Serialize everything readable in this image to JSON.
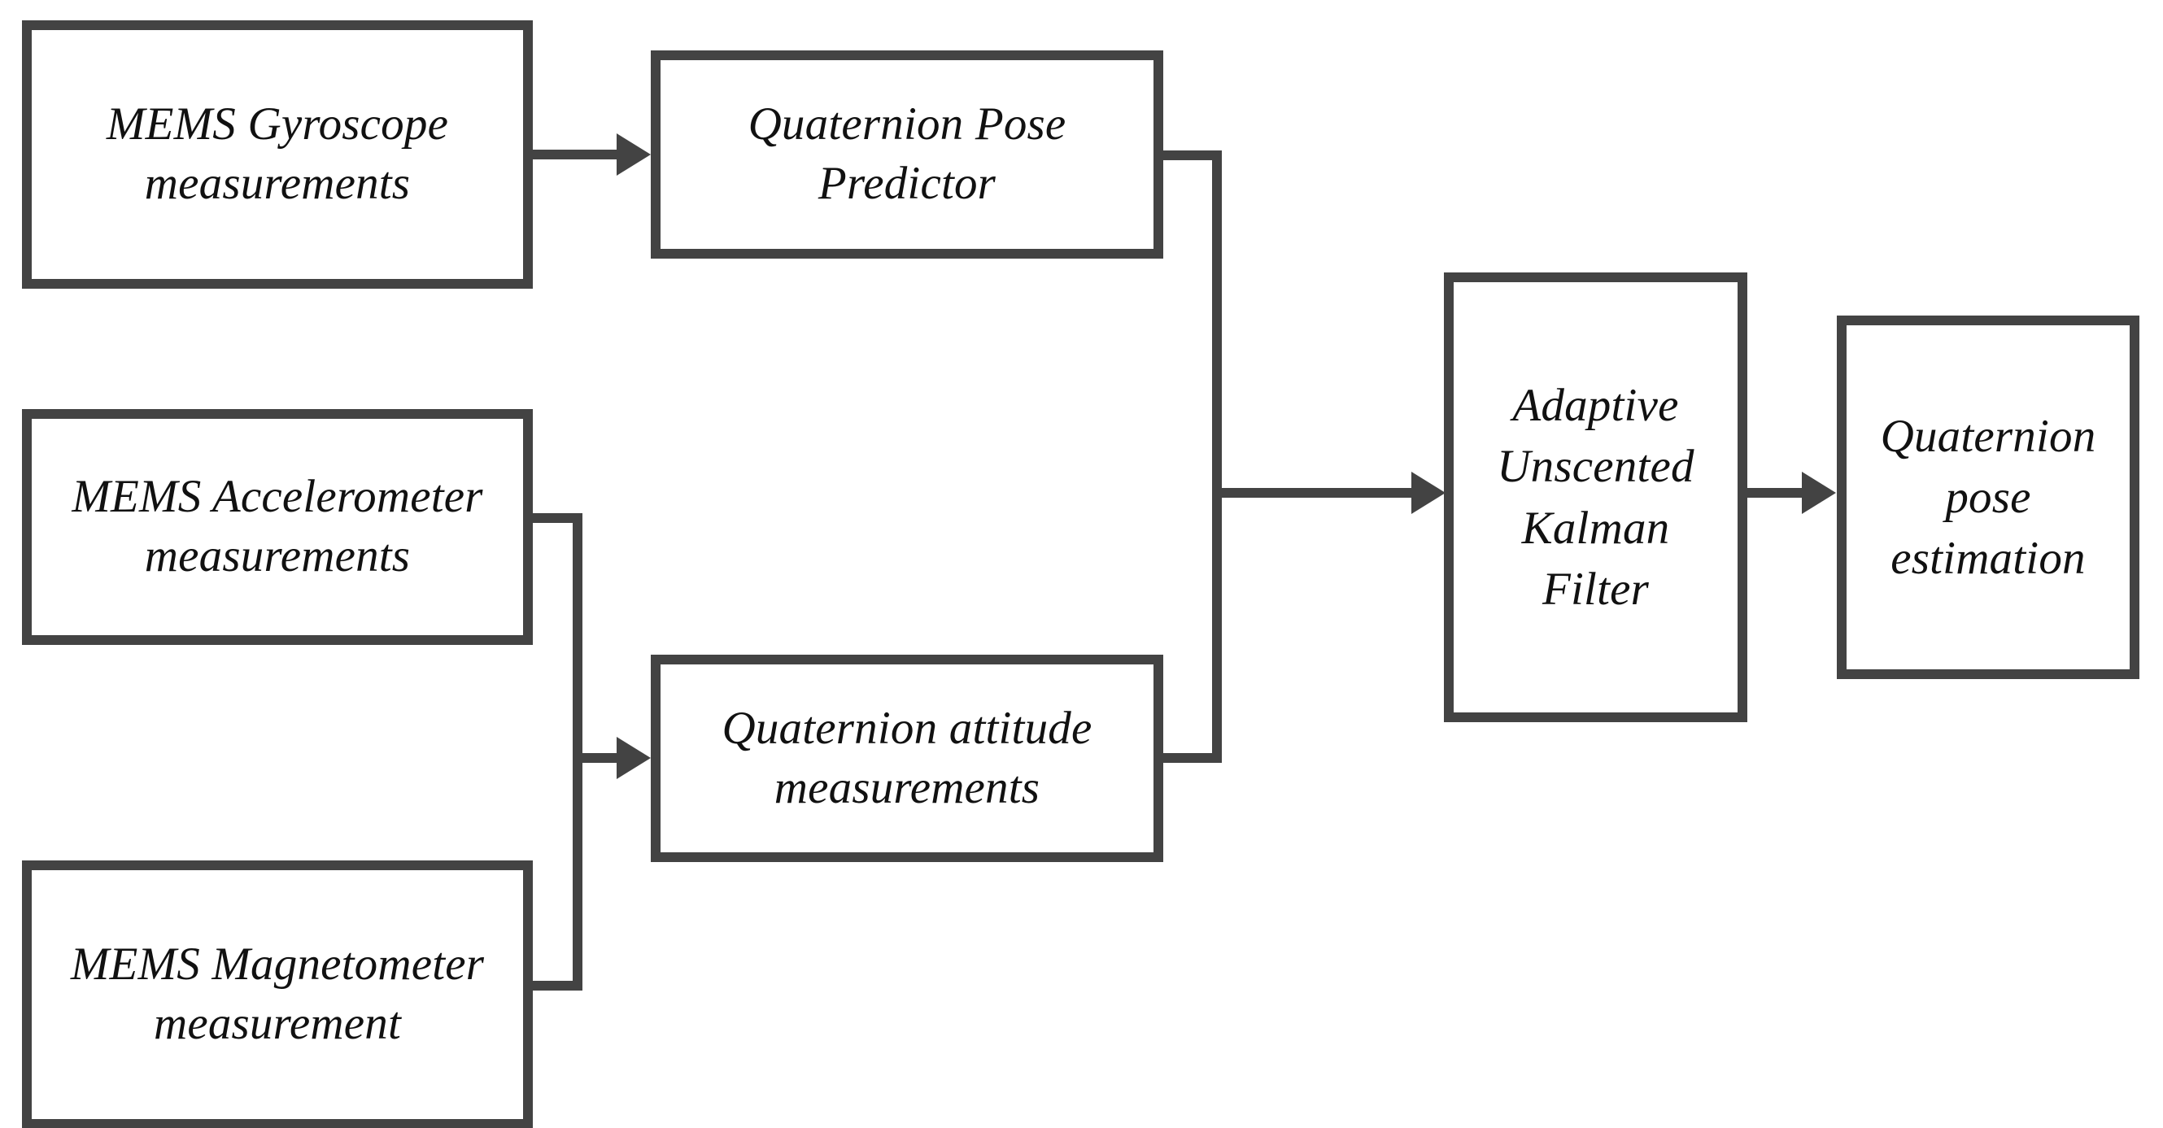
{
  "diagram": {
    "title": "MEMS sensor fusion quaternion pose estimation block diagram",
    "accent_color": "#434343",
    "text_color": "#111111",
    "background_color": "#ffffff",
    "nodes": [
      {
        "id": "gyro",
        "label": "MEMS Gyroscope\nmeasurements"
      },
      {
        "id": "accel",
        "label": "MEMS Accelerometer\nmeasurements"
      },
      {
        "id": "magn",
        "label": "MEMS Magnetometer\nmeasurement"
      },
      {
        "id": "qpp",
        "label": "Quaternion Pose\nPredictor"
      },
      {
        "id": "qam",
        "label": "Quaternion attitude\nmeasurements"
      },
      {
        "id": "aukf",
        "label": "Adaptive\nUnscented\nKalman\nFilter"
      },
      {
        "id": "out",
        "label": "Quaternion\npose\nestimation"
      }
    ],
    "edges": [
      {
        "from": "gyro",
        "to": "qpp",
        "kind": "arrow"
      },
      {
        "from": "accel",
        "to": "qam",
        "kind": "merge-arrow"
      },
      {
        "from": "magn",
        "to": "qam",
        "kind": "merge-arrow"
      },
      {
        "from": "qpp",
        "to": "aukf",
        "kind": "merge-arrow"
      },
      {
        "from": "qam",
        "to": "aukf",
        "kind": "merge-arrow"
      },
      {
        "from": "aukf",
        "to": "out",
        "kind": "arrow"
      }
    ]
  }
}
